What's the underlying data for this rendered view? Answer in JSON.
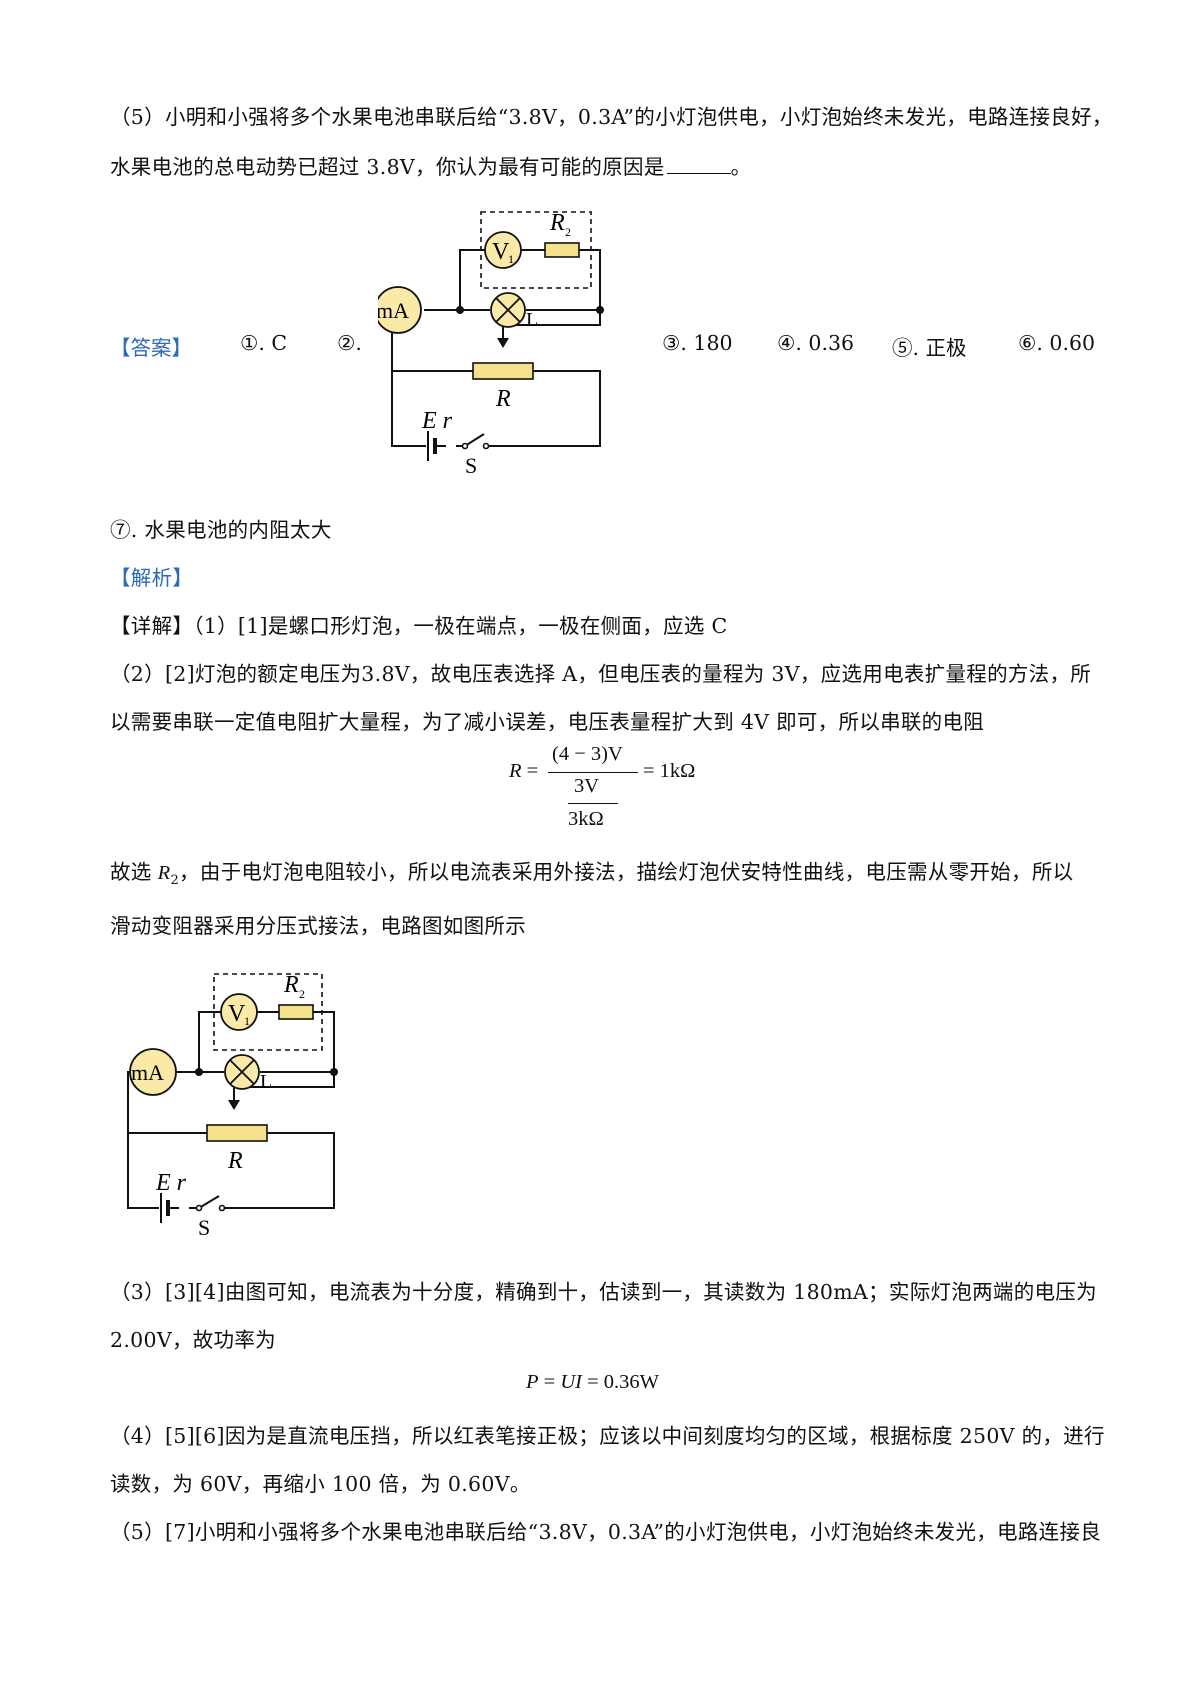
{
  "q5": {
    "line1": "（5）小明和小强将多个水果电池串联后给“3.8V，0.3A”的小灯泡供电，小灯泡始终未发光，电路连接良好，",
    "line2": "水果电池的总电动势已超过 3.8V，你认为最有可能的原因是",
    "line2_end": "。"
  },
  "answer": {
    "label": "【答案】",
    "items": [
      "①. C",
      "②.",
      "③. 180",
      "④. 0.36",
      "⑤. 正极",
      "⑥. 0.60"
    ],
    "item7": "⑦. 水果电池的内阻太大"
  },
  "circuit": {
    "voltmeter": "V",
    "voltmeter_sub": "1",
    "resistor2": "R",
    "resistor2_sub": "2",
    "ammeter": "mA",
    "lamp": "L",
    "rheostat": "R",
    "battery": "E r",
    "switch": "S"
  },
  "analysis": {
    "label": "【解析】",
    "detail_label": "【详解】",
    "p1": "（1）[1]是螺口形灯泡，一极在端点，一极在侧面，应选 C",
    "p2_line1": "（2）[2]灯泡的额定电压为3.8V，故电压表选择 A，但电压表的量程为 3V，应选用电表扩量程的方法，所",
    "p2_line2": "以需要串联一定值电阻扩大量程，为了减小误差，电压表量程扩大到 4V 即可，所以串联的电阻",
    "formula1": {
      "lhs": "R =",
      "num": "(4 − 3)V",
      "den_num": "3V",
      "den_den": "3kΩ",
      "rhs": "= 1kΩ"
    },
    "p2_line3_a": "故选",
    "p2_line3_r": "R",
    "p2_line3_sub": "2",
    "p2_line3_b": "，由于电灯泡电阻较小，所以电流表采用外接法，描绘灯泡伏安特性曲线，电压需从零开始，所以",
    "p2_line4": "滑动变阻器采用分压式接法，电路图如图所示",
    "p3_line1": "（3）[3][4]由图可知，电流表为十分度，精确到十，估读到一，其读数为 180mA；实际灯泡两端的电压为",
    "p3_line2": "2.00V，故功率为",
    "formula2": "P = UI = 0.36W",
    "p4_line1": "（4）[5][6]因为是直流电压挡，所以红表笔接正极；应该以中间刻度均匀的区域，根据标度 250V 的，进行",
    "p4_line2": "读数，为 60V，再缩小 100 倍，为 0.60V。",
    "p5_line1": "（5）[7]小明和小强将多个水果电池串联后给“3.8V，0.3A”的小灯泡供电，小灯泡始终未发光，电路连接良"
  },
  "colors": {
    "meter_fill": "#fbe9a8",
    "resistor_fill": "#f5e18a",
    "label_blue": "#2b6cb8"
  }
}
